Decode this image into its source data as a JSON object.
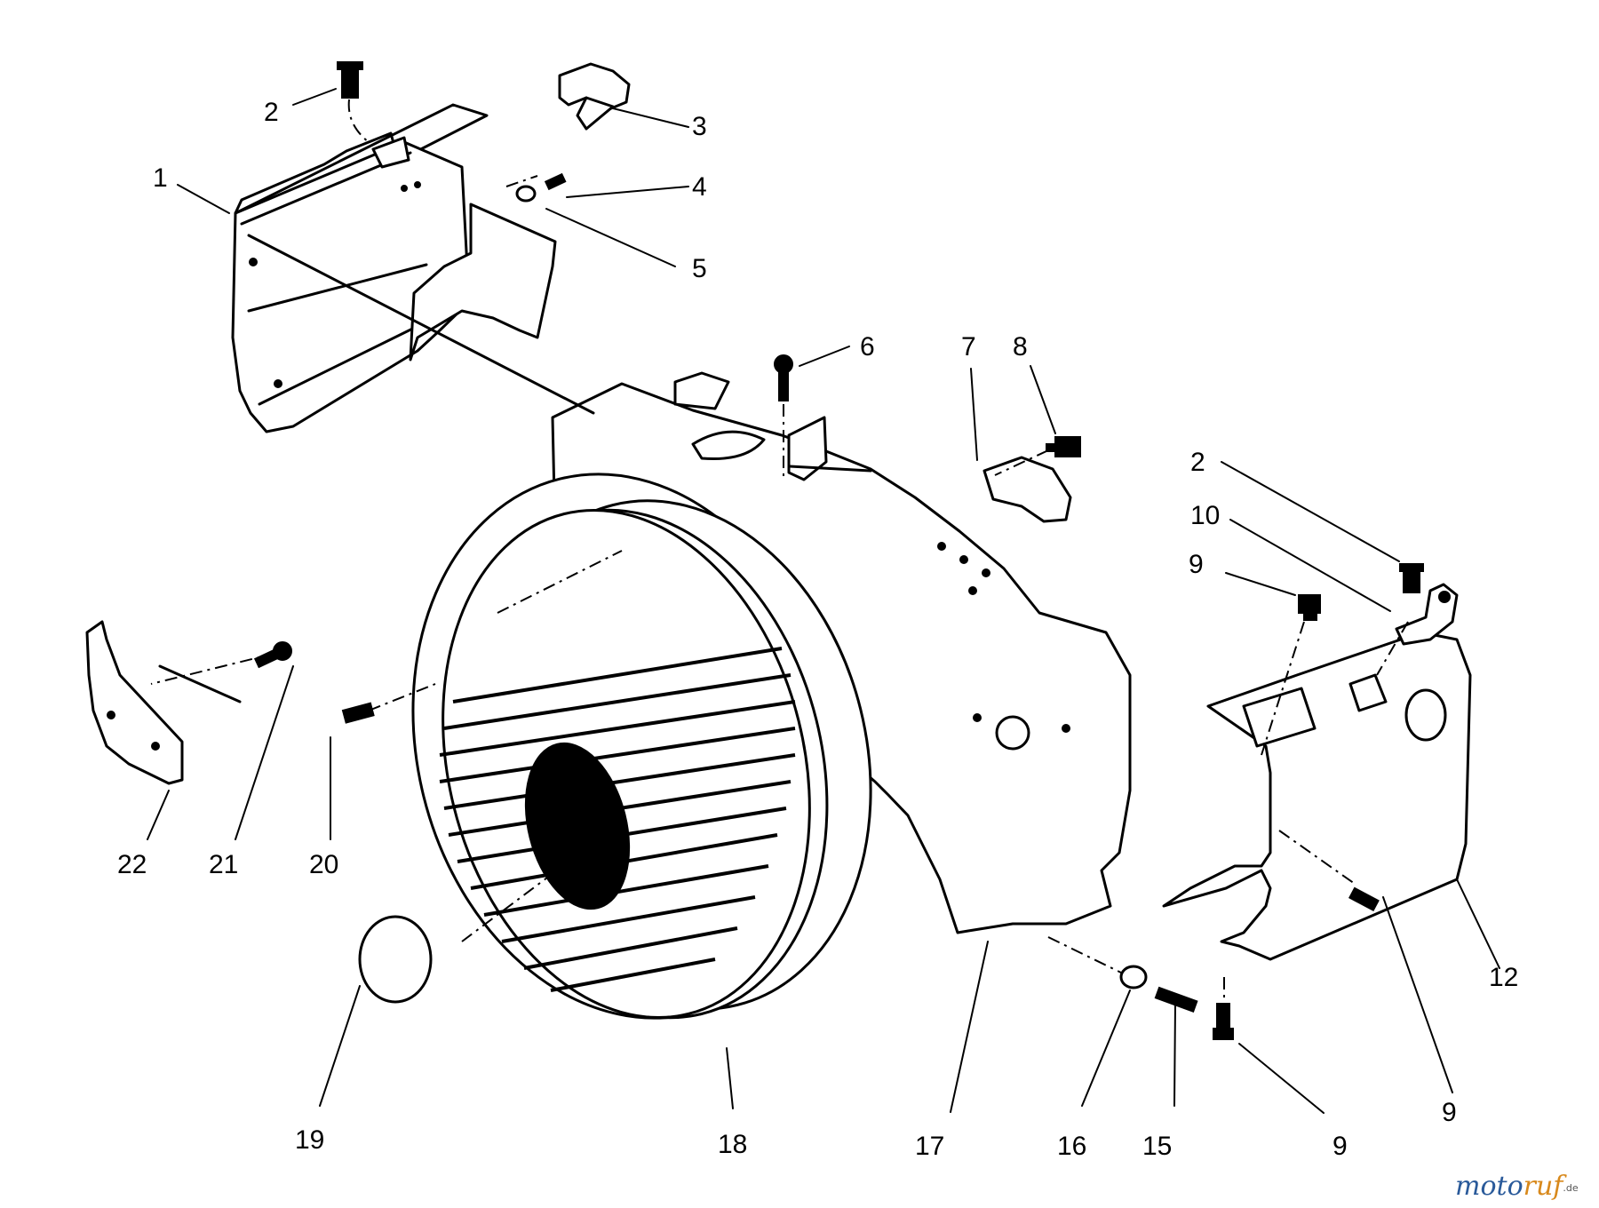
{
  "callouts": {
    "c1": "1",
    "c2a": "2",
    "c2b": "2",
    "c3": "3",
    "c4": "4",
    "c5": "5",
    "c6": "6",
    "c7": "7",
    "c8": "8",
    "c9a": "9",
    "c9b": "9",
    "c9c": "9",
    "c10": "10",
    "c12": "12",
    "c15": "15",
    "c16": "16",
    "c17": "17",
    "c18": "18",
    "c19": "19",
    "c20": "20",
    "c21": "21",
    "c22": "22"
  },
  "watermark": {
    "part1": "moto",
    "part2": "ruf",
    "suffix": ".de",
    "colors": {
      "blue": "#2a5a9a",
      "orange": "#d8891c"
    }
  }
}
